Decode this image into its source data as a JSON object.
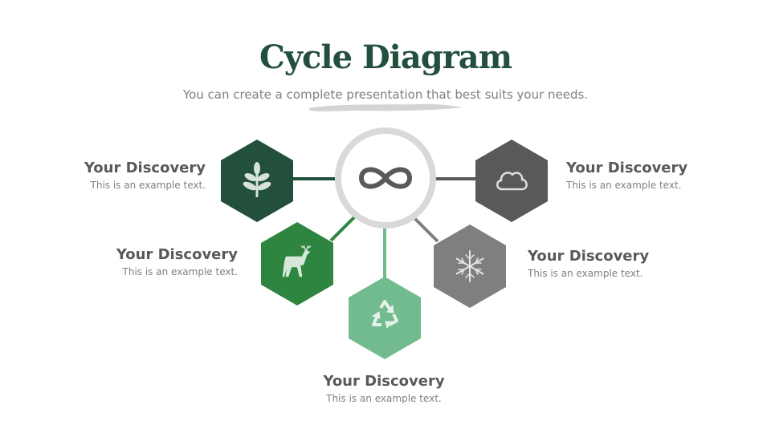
{
  "header": {
    "title": "Cycle Diagram",
    "subtitle": "You can create a complete presentation that best suits your needs."
  },
  "colors": {
    "title": "#22503c",
    "ring": "#d9d9d9",
    "center_icon": "#595959",
    "hex_dark_green": "#22503c",
    "hex_green": "#2e8540",
    "hex_light_green": "#72bb8f",
    "hex_gray": "#7f7f7f",
    "hex_dark_gray": "#595959"
  },
  "center": {
    "icon": "infinity-icon"
  },
  "items": [
    {
      "icon": "leaf-icon",
      "title": "Your Discovery",
      "text": "This is an example text."
    },
    {
      "icon": "deer-icon",
      "title": "Your Discovery",
      "text": "This is an example text."
    },
    {
      "icon": "recycle-icon",
      "title": "Your Discovery",
      "text": "This is an example text."
    },
    {
      "icon": "snowflake-icon",
      "title": "Your Discovery",
      "text": "This is an example text."
    },
    {
      "icon": "cloud-icon",
      "title": "Your Discovery",
      "text": "This is an example text."
    }
  ]
}
